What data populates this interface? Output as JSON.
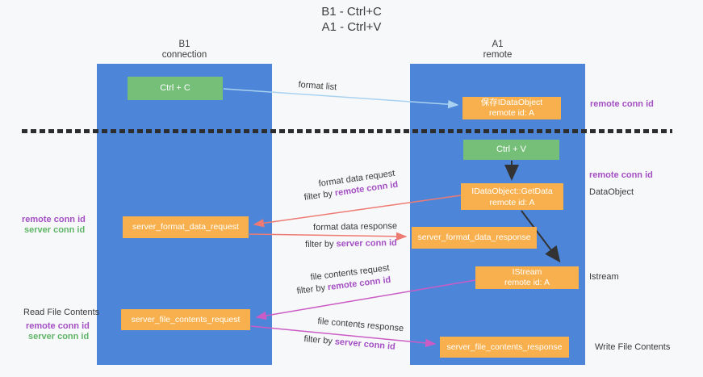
{
  "title": {
    "line1": "B1 - Ctrl+C",
    "line2": "A1 - Ctrl+V"
  },
  "columns": {
    "left": {
      "name": "B1",
      "role": "connection"
    },
    "right": {
      "name": "A1",
      "role": "remote"
    }
  },
  "boxes": {
    "ctrl_c": {
      "label": "Ctrl + C"
    },
    "save_dataobject": {
      "line1": "保存IDataObject",
      "line2": "remote id: A"
    },
    "ctrl_v": {
      "label": "Ctrl + V"
    },
    "getdata": {
      "line1": "IDataObject::GetData",
      "line2": "remote id: A"
    },
    "format_request": {
      "label": "server_format_data_request"
    },
    "format_response": {
      "label": "server_format_data_response"
    },
    "istream": {
      "line1": "IStream",
      "line2": "remote id: A"
    },
    "file_request": {
      "label": "server_file_contents_request"
    },
    "file_response": {
      "label": "server_file_contents_response"
    }
  },
  "side_labels": {
    "remote_conn_id_top": "remote conn id",
    "remote_conn_id_mid": "remote conn id",
    "dataobject": "DataObject",
    "istream": "Istream",
    "write_file_contents": "Write File Contents",
    "read_file_contents": "Read File Contents",
    "left_mid_remote": "remote conn id",
    "left_mid_server": "server conn id",
    "left_bottom_remote": "remote conn id",
    "left_bottom_server": "server conn id"
  },
  "arrow_labels": {
    "format_list": "format list",
    "format_data_request": "format data request",
    "format_data_response": "format data response",
    "file_contents_request": "file contents request",
    "file_contents_response": "file contents response",
    "filter_prefix": "filter by ",
    "remote_conn_id": "remote conn id",
    "server_conn_id": "server conn id"
  },
  "colors": {
    "background": "#f7f8f9",
    "column_blue": "#4d85d8",
    "box_green": "#76bf79",
    "box_orange": "#f7b04d",
    "arrow_light_blue": "#a9d2f0",
    "arrow_salmon": "#ee7b73",
    "arrow_magenta": "#cb5cc6",
    "arrow_black": "#333333",
    "text_purple": "#a44fc4",
    "text_green": "#5fb567"
  }
}
